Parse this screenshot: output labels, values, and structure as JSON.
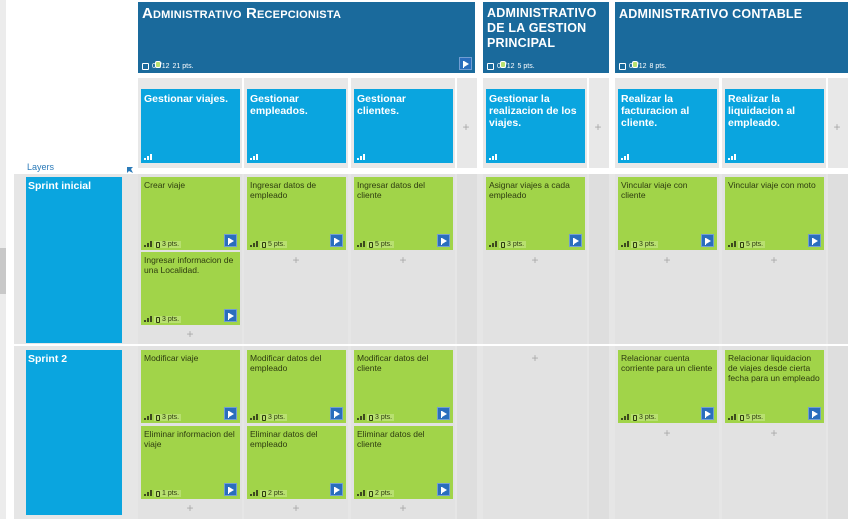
{
  "layers_label": "Layers",
  "activities": [
    {
      "title": "Administrativo Recepcionista",
      "date": "08/12",
      "points": "21 pts."
    },
    {
      "title": "ADMINISTRATIVO DE LA GESTION PRINCIPAL",
      "date": "08/12",
      "points": "5 pts."
    },
    {
      "title": "ADMINISTRATIVO CONTABLE",
      "date": "08/12",
      "points": "8 pts."
    }
  ],
  "tasks": [
    {
      "title": "Gestionar viajes."
    },
    {
      "title": "Gestionar empleados."
    },
    {
      "title": "Gestionar clientes."
    },
    {
      "title": "Gestionar la realizacion de los viajes."
    },
    {
      "title": "Realizar la facturacion al cliente."
    },
    {
      "title": "Realizar la liquidacion al empleado."
    }
  ],
  "releases": [
    {
      "title": "Sprint inicial"
    },
    {
      "title": "Sprint 2"
    }
  ],
  "stories": {
    "s1_c1_a": {
      "title": "Crear viaje",
      "points": "3 pts."
    },
    "s1_c1_b": {
      "title": "Ingresar informacion de una Localidad.",
      "points": "3 pts."
    },
    "s1_c2_a": {
      "title": "Ingresar datos de empleado",
      "points": "5 pts."
    },
    "s1_c3_a": {
      "title": "Ingresar datos del cliente",
      "points": "5 pts."
    },
    "s1_c4_a": {
      "title": "Asignar viajes a cada empleado",
      "points": "3 pts."
    },
    "s1_c5_a": {
      "title": "Vincular viaje con cliente",
      "points": "3 pts."
    },
    "s1_c6_a": {
      "title": "Vincular viaje con moto",
      "points": "5 pts."
    },
    "s2_c1_a": {
      "title": "Modificar viaje",
      "points": "3 pts."
    },
    "s2_c1_b": {
      "title": "Eliminar informacion del viaje",
      "points": "1 pts."
    },
    "s2_c2_a": {
      "title": "Modificar datos del empleado",
      "points": "3 pts."
    },
    "s2_c2_b": {
      "title": "Eliminar datos del empleado",
      "points": "2 pts."
    },
    "s2_c3_a": {
      "title": "Modificar datos del cliente",
      "points": "3 pts."
    },
    "s2_c3_b": {
      "title": "Eliminar datos del cliente",
      "points": "2 pts."
    },
    "s2_c5_a": {
      "title": "Relacionar cuenta corriente para un cliente",
      "points": "3 pts."
    },
    "s2_c6_a": {
      "title": "Relacionar liquidacion de viajes desde cierta fecha para un empleado",
      "points": "5 pts."
    }
  },
  "add_symbol": "+",
  "colors": {
    "activity": "#1a6a9c",
    "task": "#0aa5df",
    "story": "#a1d449",
    "release": "#0aa5df",
    "flag": "#2a6ebd"
  }
}
